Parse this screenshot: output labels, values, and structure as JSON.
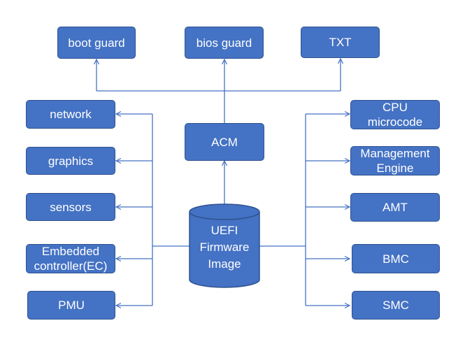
{
  "top": {
    "boot_guard": "boot guard",
    "bios_guard": "bios guard",
    "txt": "TXT"
  },
  "center": {
    "acm": "ACM",
    "uefi": "UEFI\nFirmware\nImage"
  },
  "left": {
    "network": "network",
    "graphics": "graphics",
    "sensors": "sensors",
    "embedded_controller": "Embedded\ncontroller(EC)",
    "pmu": "PMU"
  },
  "right": {
    "cpu_microcode": "CPU\nmicrocode",
    "management_engine": "Management\nEngine",
    "amt": "AMT",
    "bmc": "BMC",
    "smc": "SMC"
  },
  "colors": {
    "box_fill": "#4472c4",
    "box_border": "#2f528f",
    "line": "#4472c4"
  }
}
